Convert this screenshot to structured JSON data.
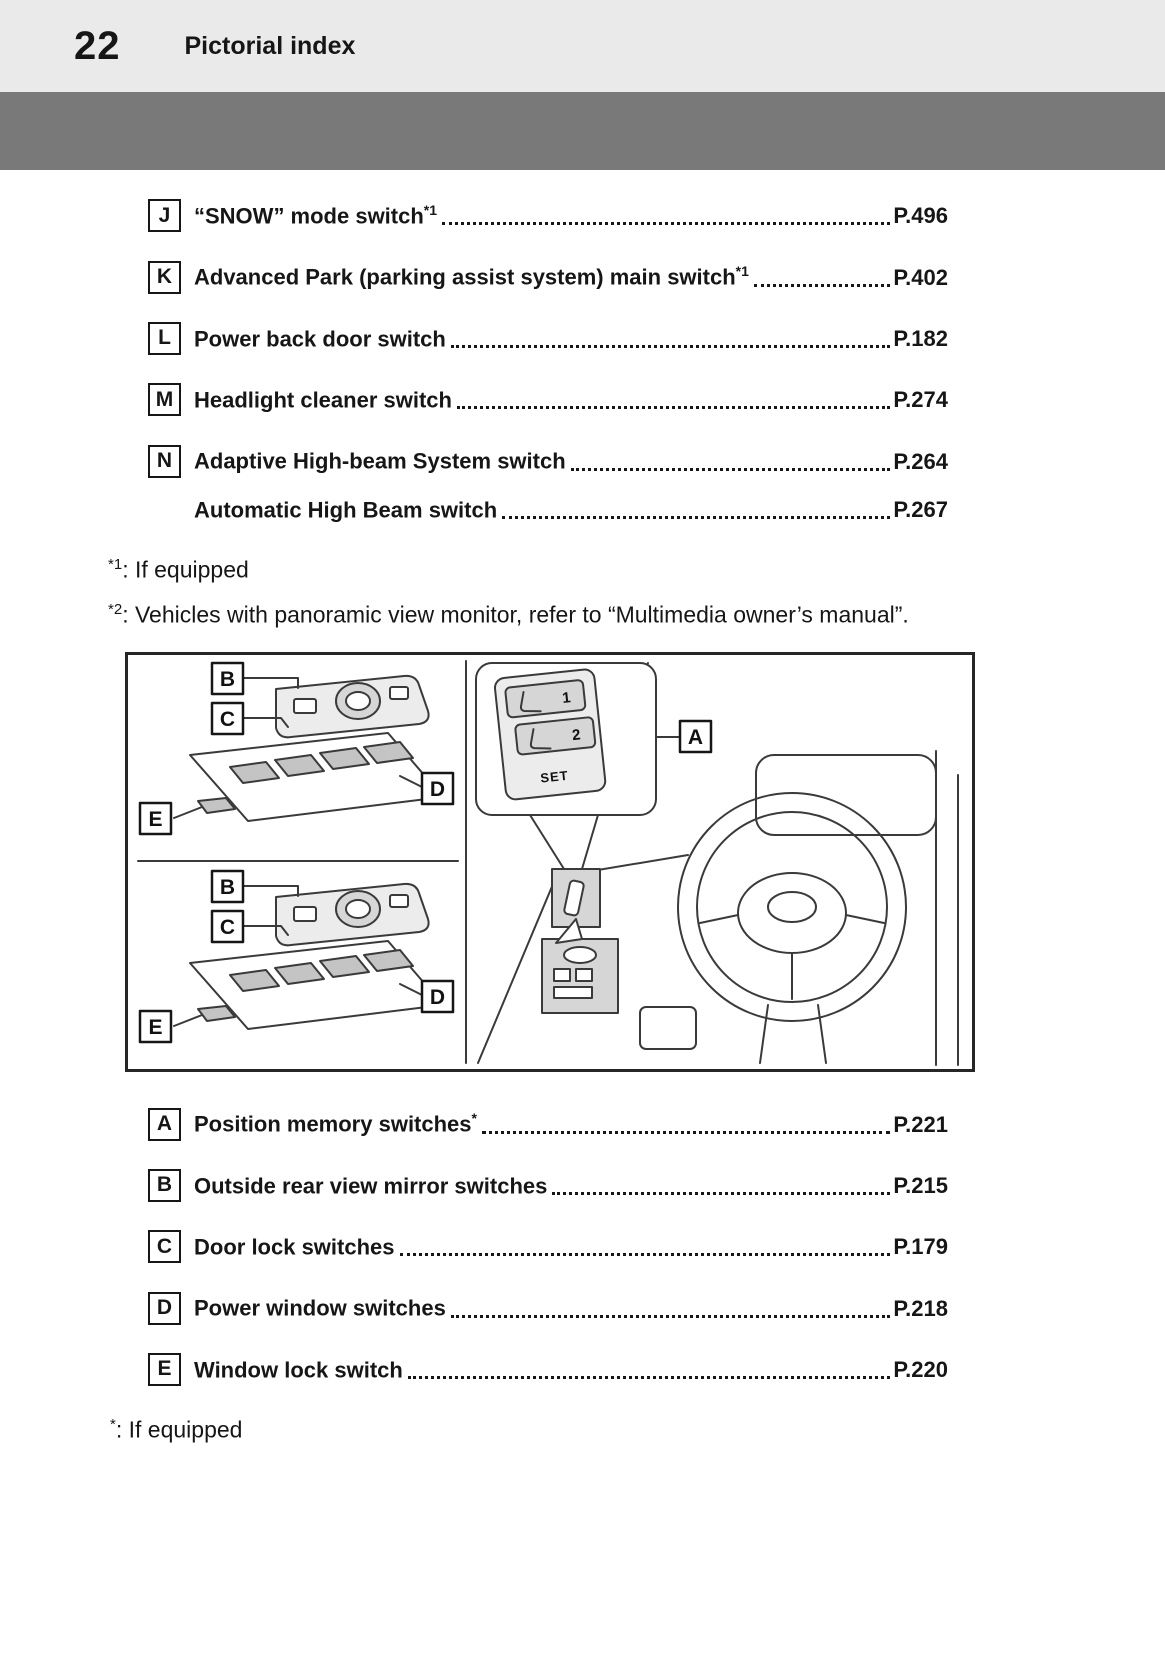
{
  "header": {
    "page_number": "22",
    "section_title": "Pictorial index"
  },
  "index_top": {
    "items": [
      {
        "letter": "J",
        "label": "“SNOW” mode switch",
        "superscript": "*1",
        "page": "P.496"
      },
      {
        "letter": "K",
        "label": "Advanced Park (parking assist system) main switch",
        "superscript": "*1",
        "page": "P.402"
      },
      {
        "letter": "L",
        "label": "Power back door switch",
        "superscript": "",
        "page": "P.182"
      },
      {
        "letter": "M",
        "label": "Headlight cleaner switch",
        "superscript": "",
        "page": "P.274"
      },
      {
        "letter": "N",
        "label": "Adaptive High-beam System switch",
        "superscript": "",
        "page": "P.264"
      },
      {
        "letter": "",
        "label": "Automatic High Beam switch",
        "superscript": "",
        "page": "P.267"
      }
    ]
  },
  "footnotes_top": [
    {
      "marker": "*1",
      "text": ": If equipped"
    },
    {
      "marker": "*2",
      "text": ": Vehicles with panoramic view monitor, refer to “Multimedia owner’s manual”."
    }
  ],
  "diagram": {
    "labels": {
      "a": "A",
      "b": "B",
      "c": "C",
      "d": "D",
      "e": "E"
    },
    "seat_memory": {
      "button1": "1",
      "button2": "2",
      "set_label": "SET"
    }
  },
  "index_bottom": {
    "items": [
      {
        "letter": "A",
        "label": "Position memory switches",
        "superscript": "*",
        "page": "P.221"
      },
      {
        "letter": "B",
        "label": "Outside rear view mirror switches",
        "superscript": "",
        "page": "P.215"
      },
      {
        "letter": "C",
        "label": "Door lock switches",
        "superscript": "",
        "page": "P.179"
      },
      {
        "letter": "D",
        "label": "Power window switches",
        "superscript": "",
        "page": "P.218"
      },
      {
        "letter": "E",
        "label": "Window lock switch",
        "superscript": "",
        "page": "P.220"
      }
    ]
  },
  "footnote_bottom": {
    "marker": "*",
    "text": ": If equipped"
  }
}
